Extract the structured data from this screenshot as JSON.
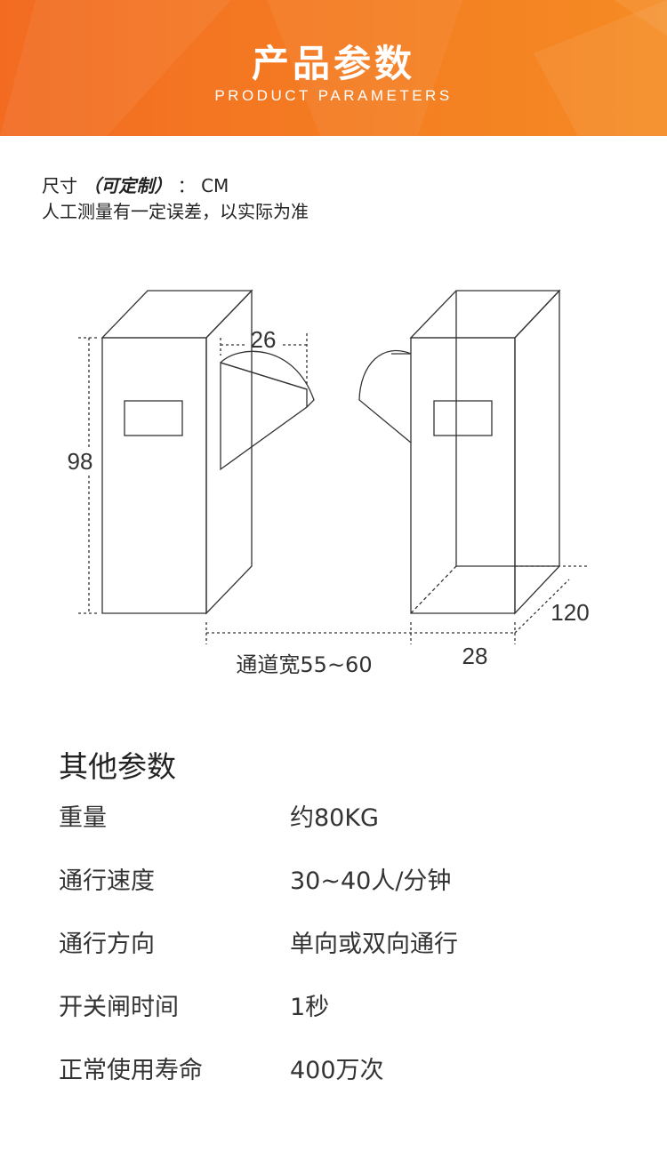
{
  "banner": {
    "title": "产品参数",
    "subtitle": "PRODUCT PARAMETERS"
  },
  "size_note": {
    "prefix": "尺寸",
    "emphasis": "（可定制）",
    "unit": "：  CM",
    "line2": "人工测量有一定误差，以实际为准"
  },
  "diagram": {
    "height_label": "98",
    "arm_label": "26",
    "depth_label": "120",
    "width_label": "28",
    "channel_label": "通道宽55~60"
  },
  "other_params": {
    "title": "其他参数",
    "rows": [
      {
        "key": "重量",
        "value": "约80KG"
      },
      {
        "key": "通行速度",
        "value": "30~40人/分钟"
      },
      {
        "key": "通行方向",
        "value": "单向或双向通行"
      },
      {
        "key": "开关闸时间",
        "value": "1秒"
      },
      {
        "key": "正常使用寿命",
        "value": "400万次"
      }
    ]
  },
  "colors": {
    "banner_orange": "#f47a22",
    "line": "#333333"
  }
}
